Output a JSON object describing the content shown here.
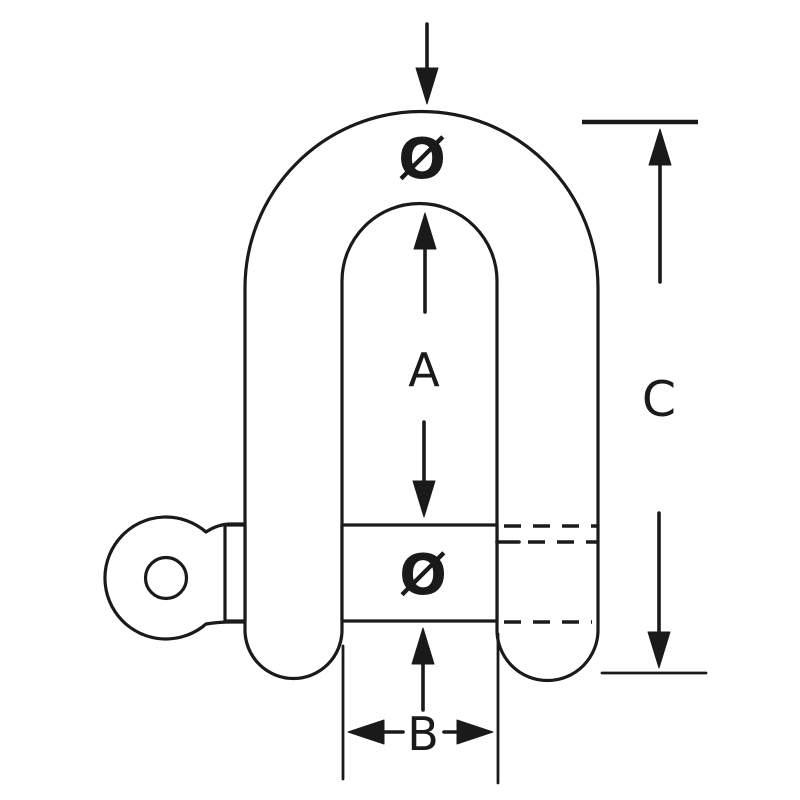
{
  "diagram": {
    "labels": {
      "bow_material_diameter": "Ø",
      "inside_length": "A",
      "pin_diameter": "Ø",
      "inside_width": "B",
      "overall_length": "C"
    },
    "colors": {
      "line": "#1a1a1a",
      "background": "#ffffff"
    }
  }
}
